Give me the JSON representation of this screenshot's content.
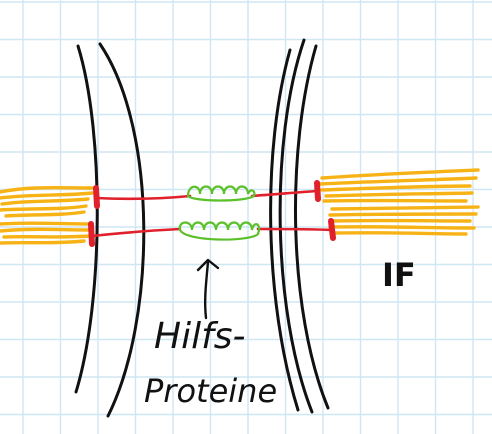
{
  "labels": {
    "if_label": "IF",
    "helper_line1": "Hilfs-",
    "helper_line2": "Proteine"
  },
  "colors": {
    "grid": "#cfe6f3",
    "membrane": "#111111",
    "filament": "#f7b316",
    "linker": "#e0202a",
    "helper": "#5cc02a"
  }
}
